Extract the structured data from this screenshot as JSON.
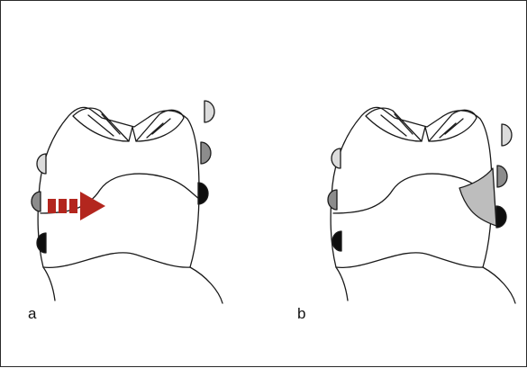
{
  "panels": [
    {
      "label": "a",
      "marker": "red-dashed-arrow"
    },
    {
      "label": "b",
      "marker": "grey-shaded-wedge"
    }
  ],
  "colors": {
    "outline": "#1a1a1a",
    "arrow": "#b3261e",
    "dot_light": "#dcdcdc",
    "dot_mid": "#8c8c8c",
    "dot_dark": "#0d0d0d",
    "wedge": "#bdbdbd"
  }
}
